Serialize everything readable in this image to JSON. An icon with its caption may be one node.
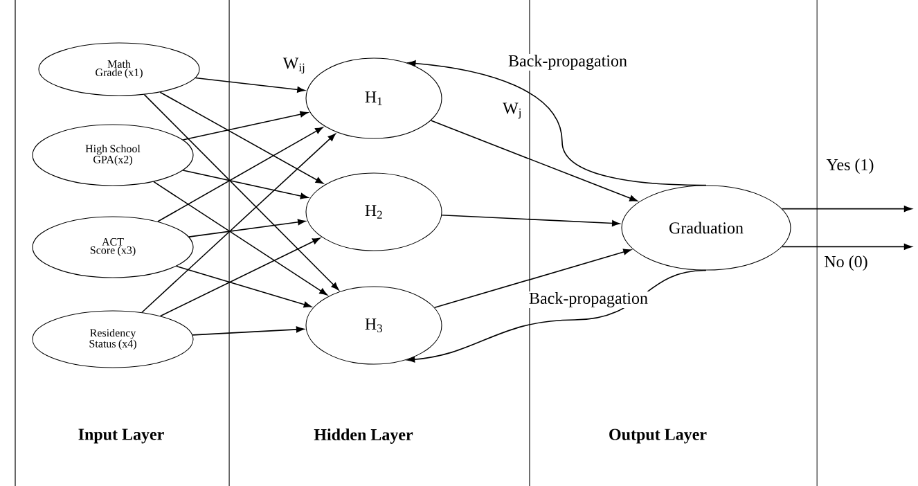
{
  "diagram": {
    "nodes": [
      {
        "text": [
          "Math Grade (x1)"
        ]
      },
      {
        "text": [
          "High School GPA(x2)"
        ]
      },
      {
        "text": [
          "ACT Score (x3)"
        ]
      },
      {
        "text": [
          "Residency Status (x4)"
        ]
      },
      {
        "text": [
          "H$_{1}$"
        ]
      },
      {
        "text": [
          "H$_{2}$"
        ]
      },
      {
        "text": [
          "H$_{3}$"
        ]
      },
      {
        "text": [
          "Graduation"
        ]
      }
    ],
    "edges": [
      {
        "from": 0,
        "to": 4,
        "arrow": "to"
      },
      {
        "from": 0,
        "to": 5,
        "arrow": "to"
      },
      {
        "from": 0,
        "to": 6,
        "arrow": "to"
      },
      {
        "from": 1,
        "to": 4,
        "arrow": "to"
      },
      {
        "from": 1,
        "to": 5,
        "arrow": "to"
      },
      {
        "from": 1,
        "to": 6,
        "arrow": "to"
      },
      {
        "from": 2,
        "to": 4,
        "arrow": "to"
      },
      {
        "from": 2,
        "to": 5,
        "arrow": "to"
      },
      {
        "from": 2,
        "to": 6,
        "arrow": "to"
      },
      {
        "from": 3,
        "to": 4,
        "arrow": "to"
      },
      {
        "from": 3,
        "to": 5,
        "arrow": "to"
      },
      {
        "from": 3,
        "to": 6,
        "arrow": "to"
      },
      {
        "from": 4,
        "to": 7,
        "arrow": "to"
      },
      {
        "from": 5,
        "to": 7,
        "arrow": "to"
      },
      {
        "from": 6,
        "to": 7,
        "arrow": "to"
      },
      {
        "from": 7,
        "to": 4,
        "arrow": "to",
        "label": "Back-propagation"
      },
      {
        "from": 7,
        "to": 6,
        "arrow": "to",
        "label": "Back-propagation"
      },
      {
        "from": 7,
        "to": null,
        "arrow": "to",
        "label": "Yes (1)"
      },
      {
        "from": 7,
        "to": null,
        "arrow": "to",
        "label": "No (0)"
      }
    ],
    "labels": [
      "W$_{ij}$",
      "W$_{j}$",
      "Input Layer",
      "Hidden Layer",
      "Output Layer"
    ]
  }
}
